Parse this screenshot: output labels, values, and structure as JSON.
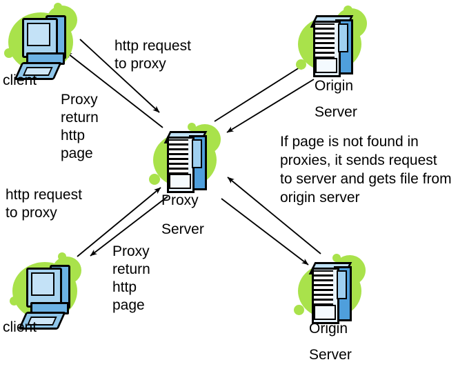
{
  "diagram": {
    "title": "Proxy server http request flow diagram",
    "colors": {
      "blob_green": "#a9e24b",
      "device_blue": "#6cb2e4",
      "server_blue": "#4f9fdc",
      "line_black": "#000000",
      "background": "#ffffff"
    }
  },
  "nodes": [
    {
      "id": "client-top",
      "icon": "desktop-computer-icon",
      "label": "client",
      "label2": ""
    },
    {
      "id": "client-bottom",
      "icon": "desktop-computer-icon",
      "label": "client",
      "label2": ""
    },
    {
      "id": "proxy-server",
      "icon": "server-rack-icon",
      "label": "Proxy",
      "label2": "Server"
    },
    {
      "id": "origin-top",
      "icon": "server-rack-icon",
      "label": "Origin",
      "label2": "Server"
    },
    {
      "id": "origin-bottom",
      "icon": "server-rack-icon",
      "label": "Origin",
      "label2": "Server"
    }
  ],
  "edge_labels": {
    "client_top_request": "http request\nto proxy",
    "client_top_return": "Proxy\nreturn\nhttp\npage",
    "client_bottom_request": "http request\nto proxy",
    "client_bottom_return": "Proxy\nreturn\nhttp\npage"
  },
  "note": {
    "text": "If page is not found in proxies, it sends request to server and gets file from origin server"
  },
  "edges": [
    {
      "from": "client-top",
      "to": "proxy-server",
      "direction": "to-proxy",
      "label_key": "client_top_request"
    },
    {
      "from": "proxy-server",
      "to": "client-top",
      "direction": "to-client",
      "label_key": "client_top_return"
    },
    {
      "from": "proxy-server",
      "to": "origin-top",
      "direction": "to-origin",
      "label_key": ""
    },
    {
      "from": "origin-top",
      "to": "proxy-server",
      "direction": "to-proxy",
      "label_key": ""
    },
    {
      "from": "client-bottom",
      "to": "proxy-server",
      "direction": "to-proxy",
      "label_key": "client_bottom_request"
    },
    {
      "from": "proxy-server",
      "to": "client-bottom",
      "direction": "to-client",
      "label_key": "client_bottom_return"
    },
    {
      "from": "proxy-server",
      "to": "origin-bottom",
      "direction": "to-origin",
      "label_key": ""
    },
    {
      "from": "origin-bottom",
      "to": "proxy-server",
      "direction": "to-proxy",
      "label_key": ""
    }
  ]
}
